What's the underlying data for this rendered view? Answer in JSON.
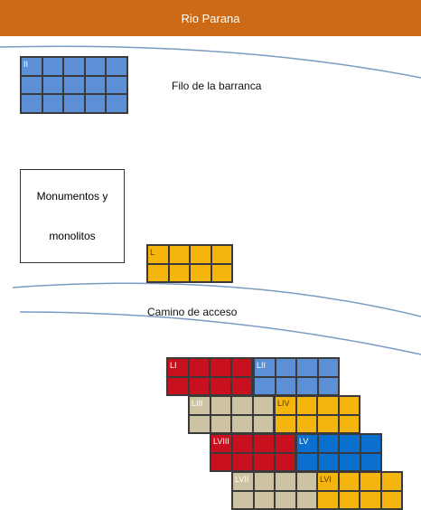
{
  "header": {
    "title": "Rio Parana"
  },
  "labels": {
    "ridge": "Filo de la barranca",
    "road": "Camino de acceso"
  },
  "monument": {
    "line1": "Monumentos y",
    "line2": "monolitos"
  },
  "colors": {
    "header": "#cc6a15",
    "blue": "#5b8fd6",
    "gold": "#f4b60e",
    "red": "#c8101e",
    "beige": "#cdc3a3",
    "darkblue": "#0a6fcf"
  },
  "blocks": [
    {
      "id": "II",
      "label": "II",
      "color": "blue",
      "cols": 5,
      "rows": 3
    },
    {
      "id": "L",
      "label": "L",
      "color": "gold",
      "cols": 4,
      "rows": 2
    },
    {
      "id": "LI",
      "label": "LI",
      "color": "red",
      "cols": 4,
      "rows": 2
    },
    {
      "id": "LII",
      "label": "LII",
      "color": "blue",
      "cols": 4,
      "rows": 2
    },
    {
      "id": "LIII",
      "label": "LIII",
      "color": "beige",
      "cols": 4,
      "rows": 2
    },
    {
      "id": "LIV",
      "label": "LIV",
      "color": "gold",
      "cols": 4,
      "rows": 2
    },
    {
      "id": "LVIII",
      "label": "LVIII",
      "color": "red",
      "cols": 4,
      "rows": 2
    },
    {
      "id": "LV",
      "label": "LV",
      "color": "darkblue",
      "cols": 4,
      "rows": 2
    },
    {
      "id": "LVII",
      "label": "LVII",
      "color": "beige",
      "cols": 4,
      "rows": 2
    },
    {
      "id": "LVI",
      "label": "LVI",
      "color": "gold",
      "cols": 4,
      "rows": 2
    }
  ]
}
